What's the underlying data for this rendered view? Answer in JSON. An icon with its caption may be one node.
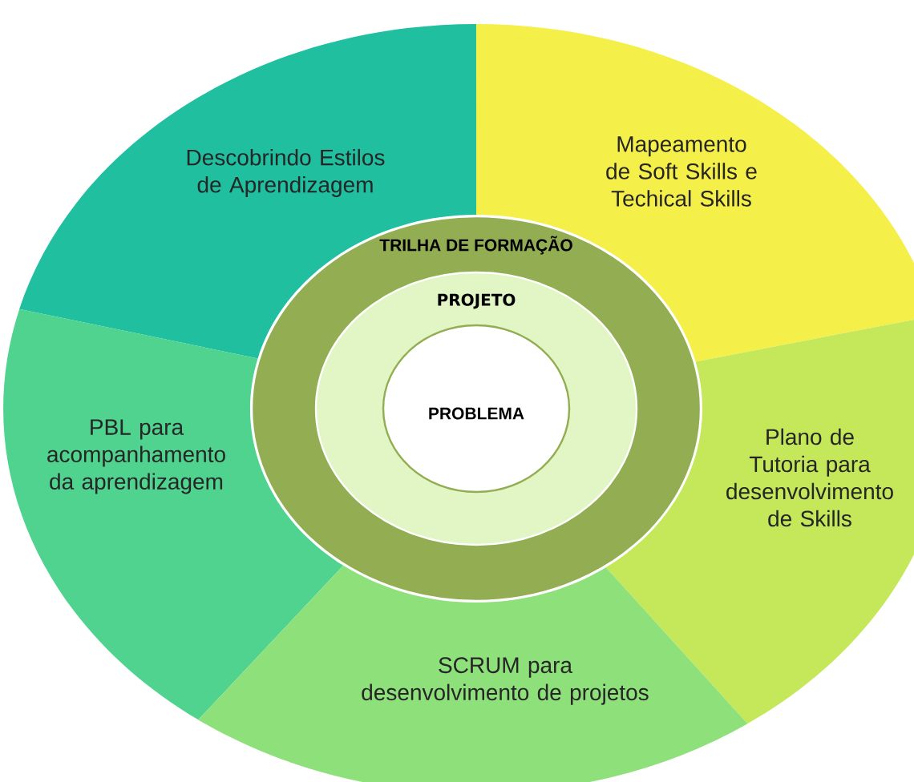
{
  "diagram": {
    "nodes": [
      {
        "text": [
          "Descobrindo Estilos de Aprendizagem"
        ]
      },
      {
        "text": [
          "Mapeamento de Soft Skills e Techical Skills"
        ]
      },
      {
        "text": [
          "PBL para acompanhamento da aprendizagem"
        ]
      },
      {
        "text": [
          "Plano de Tutoria para desenvolvimento de Skills"
        ]
      },
      {
        "text": [
          "SCRUM para desenvolvimento de projetos"
        ]
      },
      {
        "text": [
          "TRILHA DE FORMAÇÃO"
        ]
      },
      {
        "text": [
          "PROJETO"
        ],
        "in": 5
      },
      {
        "text": [
          "PROBLEMA"
        ],
        "in": 6
      }
    ]
  }
}
